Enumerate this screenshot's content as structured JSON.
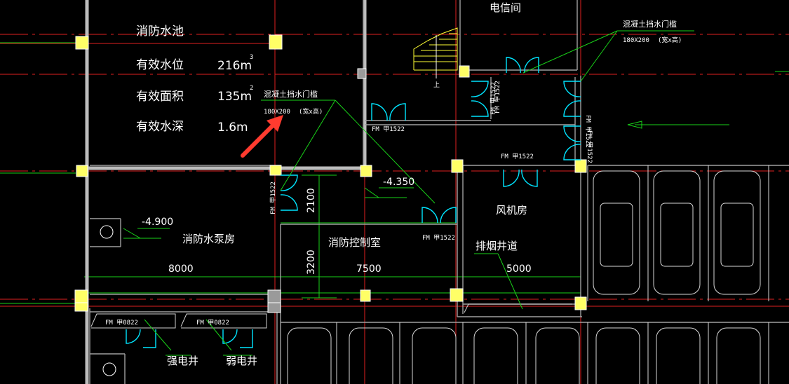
{
  "info": {
    "title": "消防水池",
    "rows": [
      {
        "label": "有效水位",
        "value": "216m",
        "sup": "3"
      },
      {
        "label": "有效面积",
        "value": "135m",
        "sup": "2"
      },
      {
        "label": "有效水深",
        "value": "1.6m",
        "sup": ""
      }
    ]
  },
  "rooms": {
    "telecom": "电信间",
    "fan_room": "风机房",
    "pump_room": "消防水泵房",
    "control_room": "消防控制室",
    "smoke_shaft": "排烟井道",
    "strong_shaft": "强电井",
    "weak_shaft": "弱电井",
    "stair_up": "上"
  },
  "annotations": {
    "sill_left_title": "混凝土挡水门槛",
    "sill_left_size": "180X200",
    "sill_left_unit": "(宽x高)",
    "sill_right_title": "混凝土挡水门槛",
    "sill_right_size": "180X200",
    "sill_right_unit": "(宽x高)"
  },
  "doors": {
    "fm1522_a": "FM 甲1522",
    "fm1522_b": "FM 甲1522",
    "fm1522_c": "FM 甲1522",
    "fm1522_d": "FM 甲1522",
    "fm1522_e": "FM 甲1522",
    "fm1522_f": "FM 甲1522",
    "fm1522_g": "FM 甲1522",
    "fm1522_h": "FM 甲1522",
    "fm0822_a": "FM 甲0822",
    "fm0822_b": "FM 甲0822"
  },
  "levels": {
    "lvl_pump": "-4.900",
    "lvl_control": "-4.350"
  },
  "dimensions": {
    "d8000": "8000",
    "d7500": "7500",
    "d5000": "5000",
    "d2100": "2100",
    "d3200": "3200"
  },
  "colors": {
    "background": "#000000",
    "wall": "#bdbdbd",
    "axis": "#e02020",
    "annotation": "#19d219",
    "door": "#00e5ff",
    "column": "#ffff66",
    "arrow": "#ff3b2f"
  }
}
